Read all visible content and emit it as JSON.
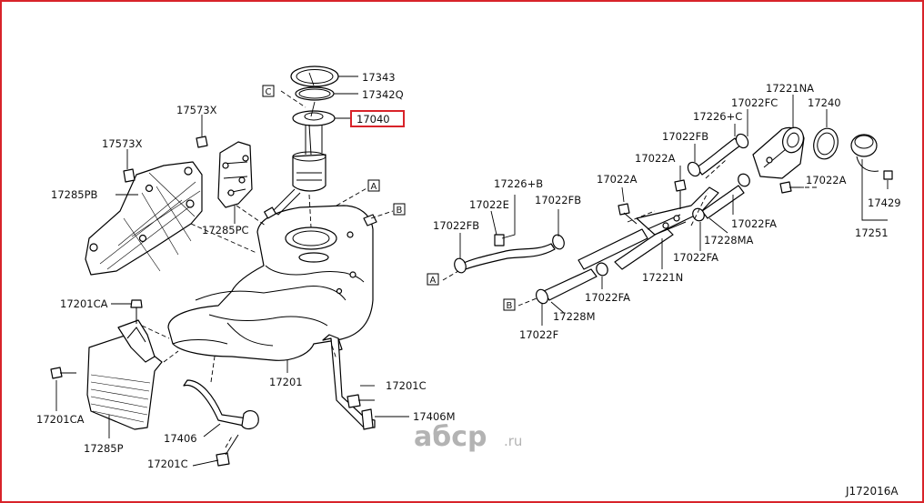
{
  "diagram_id": "J172016A",
  "highlighted_part": "17040",
  "watermark": {
    "brand": "aбсp",
    "tld": ".ru"
  },
  "colors": {
    "frame": "#d8232a",
    "highlight": "#d8232a",
    "line": "#000000",
    "watermark": "#b3b3b3"
  },
  "labels": {
    "p17343": "17343",
    "p17342Q": "17342Q",
    "p17040": "17040",
    "p17573X_a": "17573X",
    "p17573X_b": "17573X",
    "p17285PB": "17285PB",
    "p17285PC": "17285PC",
    "p17201CA_top": "17201CA",
    "p17201CA_left": "17201CA",
    "p17285P": "17285P",
    "p17406": "17406",
    "p17201C_bottom": "17201C",
    "p17201": "17201",
    "p17201C_right": "17201C",
    "p17406M": "17406M",
    "p17226B": "17226+B",
    "p17022E": "17022E",
    "p17022FB_mid": "17022FB",
    "p17022FB_left": "17022FB",
    "p17022A_a": "17022A",
    "p17022A_b": "17022A",
    "p17022FB_top": "17022FB",
    "p17226C": "17226+C",
    "p17022FC": "17022FC",
    "p17221NA": "17221NA",
    "p17240": "17240",
    "p17022A_c": "17022A",
    "p17429": "17429",
    "p17022FA_a": "17022FA",
    "p17228MA": "17228MA",
    "p17022FA_b": "17022FA",
    "p17251": "17251",
    "p17221N": "17221N",
    "p17022FA_c": "17022FA",
    "p17228M": "17228M",
    "p17022F": "17022F"
  },
  "refs": {
    "A": "A",
    "B": "B",
    "C": "C"
  }
}
